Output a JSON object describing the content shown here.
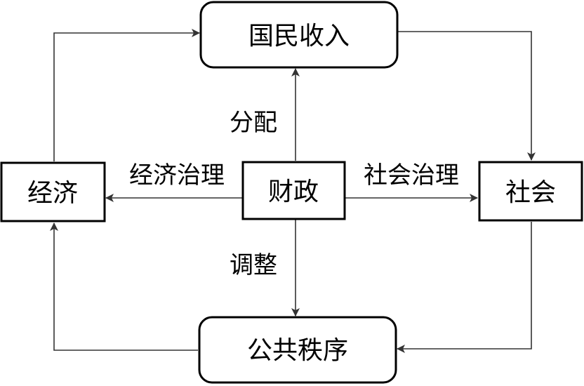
{
  "nodes": {
    "national_income": "国民收入",
    "economy": "经济",
    "finance": "财政",
    "society": "社会",
    "public_order": "公共秩序"
  },
  "edges": {
    "distribution": "分配",
    "economic_governance": "经济治理",
    "social_governance": "社会治理",
    "adjustment": "调整"
  },
  "colors": {
    "box_border": "#000000",
    "arrow": "#333333"
  }
}
